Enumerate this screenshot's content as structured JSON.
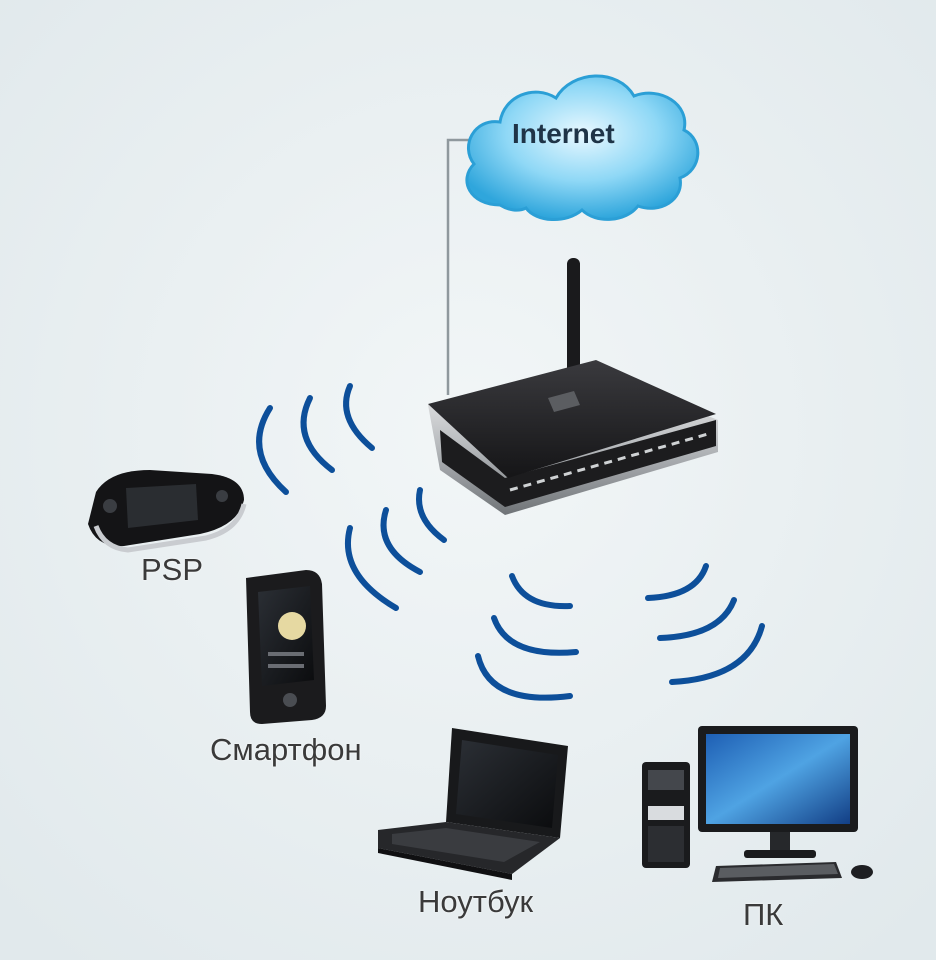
{
  "cloud": {
    "label": "Internet"
  },
  "devices": {
    "psp": {
      "label": "PSP"
    },
    "smartphone": {
      "label": "Смартфон"
    },
    "laptop": {
      "label": "Ноутбук"
    },
    "pc": {
      "label": "ПК"
    }
  },
  "colors": {
    "background": "#e9eff1",
    "wave": "#0d4f9a",
    "cloud": "#5bc4ec",
    "router": "#1c1c1e",
    "link_line": "#9aa4aa"
  },
  "icons": [
    "cloud-icon",
    "router-icon",
    "psp-icon",
    "smartphone-icon",
    "laptop-icon",
    "pc-tower-icon",
    "monitor-icon",
    "keyboard-icon",
    "mouse-icon",
    "wifi-wave-icon"
  ]
}
